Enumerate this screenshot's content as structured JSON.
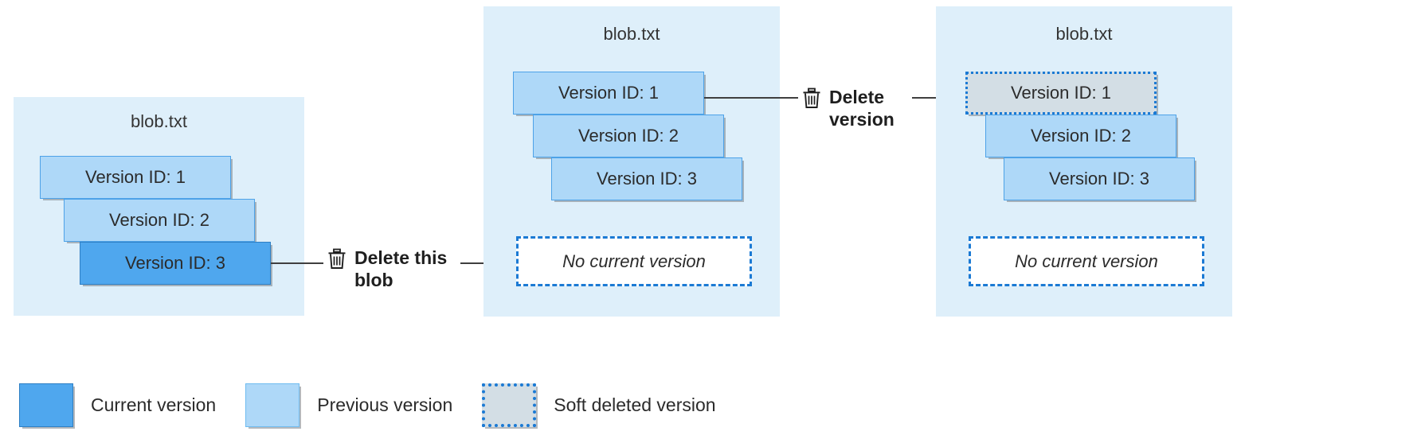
{
  "diagram": {
    "title_blob": "blob.txt",
    "panels": [
      {
        "name": "before-delete",
        "title": "blob.txt",
        "versions": [
          {
            "label": "Version ID: 1",
            "state": "previous"
          },
          {
            "label": "Version ID: 2",
            "state": "previous"
          },
          {
            "label": "Version ID: 3",
            "state": "current"
          }
        ],
        "no_current_version": null
      },
      {
        "name": "after-delete-blob",
        "title": "blob.txt",
        "versions": [
          {
            "label": "Version ID: 1",
            "state": "previous"
          },
          {
            "label": "Version ID: 2",
            "state": "previous"
          },
          {
            "label": "Version ID: 3",
            "state": "previous"
          }
        ],
        "no_current_version": "No current version"
      },
      {
        "name": "after-delete-version",
        "title": "blob.txt",
        "versions": [
          {
            "label": "Version ID: 1",
            "state": "softdeleted"
          },
          {
            "label": "Version ID: 2",
            "state": "previous"
          },
          {
            "label": "Version ID: 3",
            "state": "previous"
          }
        ],
        "no_current_version": "No current version"
      }
    ],
    "actions": [
      {
        "name": "delete-this-blob",
        "icon": "trash-icon",
        "text": "Delete this\nblob"
      },
      {
        "name": "delete-version",
        "icon": "trash-icon",
        "text": "Delete\nversion"
      }
    ],
    "legend": [
      {
        "key": "current",
        "label": "Current version",
        "color": "#4fa7ee"
      },
      {
        "key": "previous",
        "label": "Previous version",
        "color": "#aed8f8"
      },
      {
        "key": "softdeleted",
        "label": "Soft deleted version",
        "color": "#d3dee5"
      }
    ],
    "colors": {
      "panel_background": "#deeffa",
      "current_version": "#4fa7ee",
      "previous_version": "#aed8f8",
      "soft_deleted_fill": "#d3dee5",
      "soft_deleted_border": "#1b7ad4",
      "connector": "#3f3f3f"
    }
  }
}
